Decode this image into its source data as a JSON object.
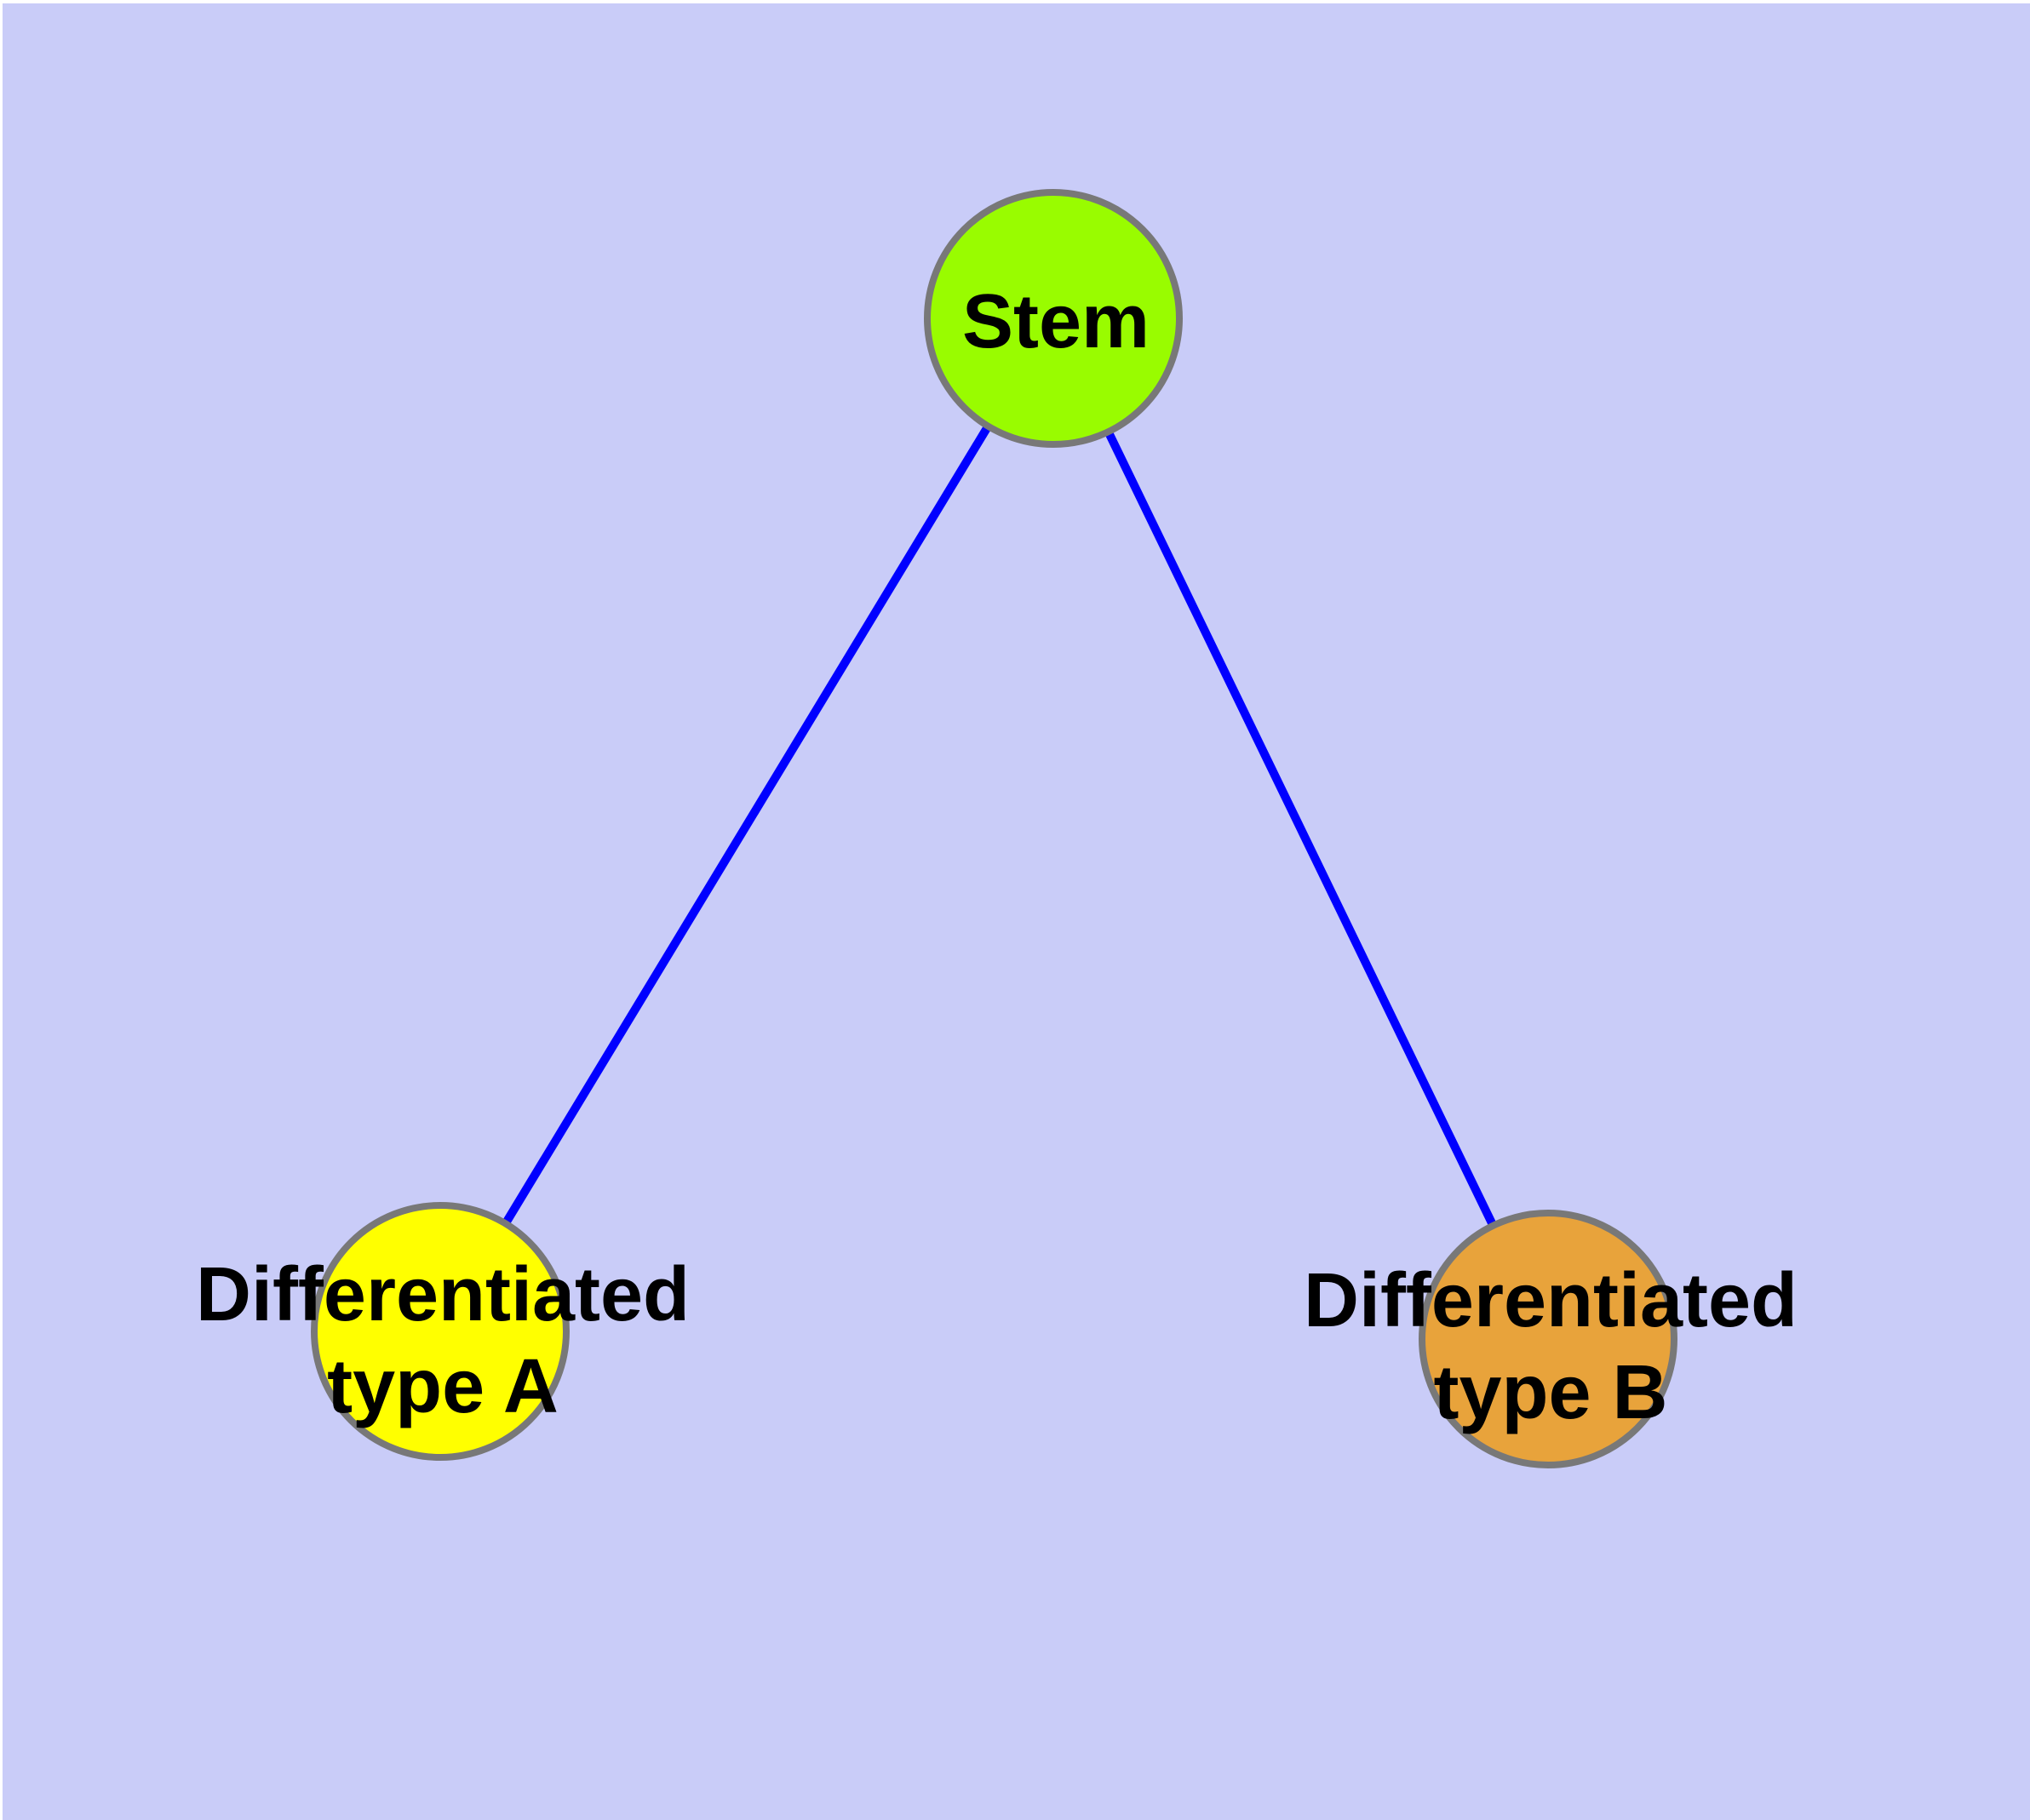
{
  "diagram": {
    "title": "stem cell differentiation graph",
    "background_color": "#C9CCF8",
    "page_margin_color": "#FFFFFF",
    "edge_color": "#0000FF",
    "node_border_color": "#787878",
    "label_color": "#000000",
    "nodes": [
      {
        "id": "stem",
        "label": "Stem",
        "label_line1": "Stem",
        "label_line2": "",
        "fill": "#99FC00"
      },
      {
        "id": "type-a",
        "label": "Differentiated type A",
        "label_line1": "Differentiated",
        "label_line2": "type A",
        "fill": "#FFFF00"
      },
      {
        "id": "type-b",
        "label": "Differentiated type B",
        "label_line1": "Differentiated",
        "label_line2": "type B",
        "fill": "#E8A33B"
      }
    ],
    "edges": [
      {
        "from": "Stem",
        "to": "Differentiated type A"
      },
      {
        "from": "Stem",
        "to": "Differentiated type B"
      }
    ]
  }
}
